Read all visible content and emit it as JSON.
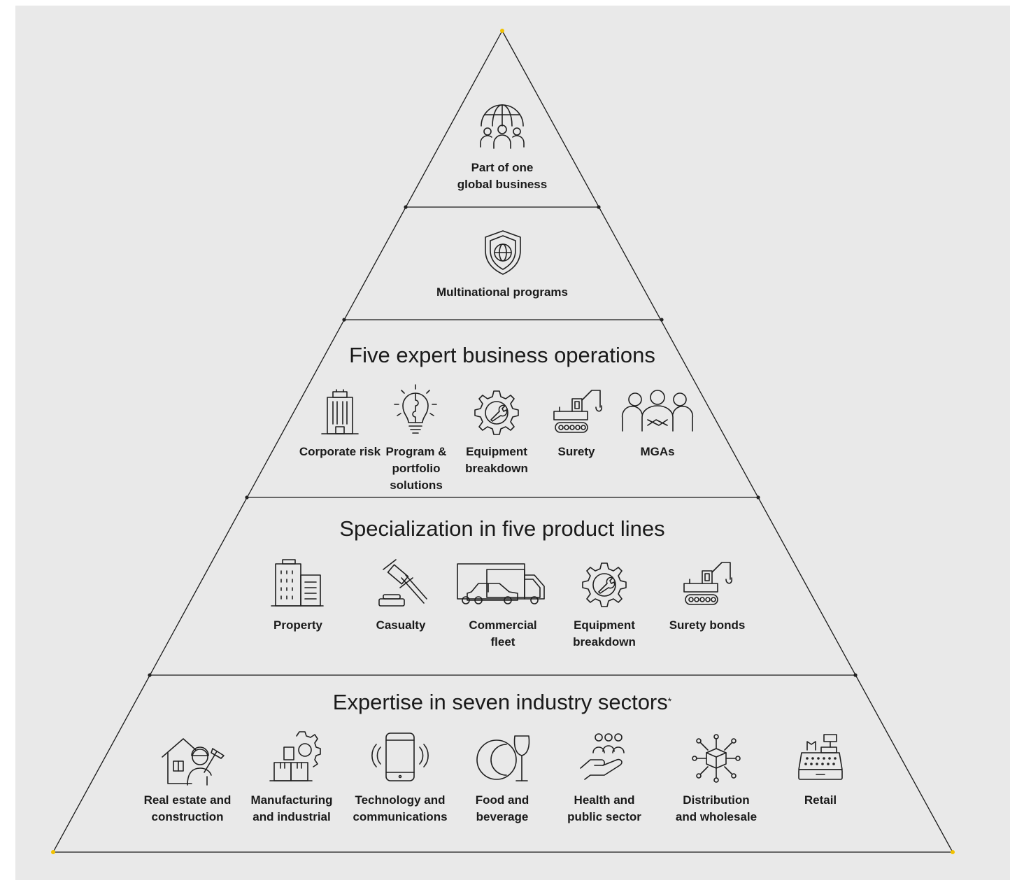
{
  "colors": {
    "background": "#e9e9e9",
    "line": "#1a1a1a",
    "apex_dot": "#f2c200",
    "text": "#1a1a1a"
  },
  "tiers": {
    "global": {
      "icon": "globe-people-icon",
      "label_line1": "Part of one",
      "label_line2": "global business"
    },
    "multinational": {
      "icon": "shield-globe-icon",
      "label": "Multinational programs"
    },
    "operations": {
      "heading": "Five expert business operations",
      "items": [
        {
          "icon": "office-tower-icon",
          "label": "Corporate risk"
        },
        {
          "icon": "lightbulb-puzzle-icon",
          "label_line1": "Program &",
          "label_line2": "portfolio",
          "label_line3": "solutions"
        },
        {
          "icon": "gear-wrench-icon",
          "label_line1": "Equipment",
          "label_line2": "breakdown"
        },
        {
          "icon": "excavator-icon",
          "label": "Surety"
        },
        {
          "icon": "people-group-icon",
          "label": "MGAs"
        }
      ]
    },
    "products": {
      "heading": "Specialization in five product lines",
      "items": [
        {
          "icon": "buildings-icon",
          "label": "Property"
        },
        {
          "icon": "gavel-icon",
          "label": "Casualty"
        },
        {
          "icon": "fleet-vehicles-icon",
          "label_line1": "Commercial",
          "label_line2": "fleet"
        },
        {
          "icon": "gear-wrench-icon",
          "label_line1": "Equipment",
          "label_line2": "breakdown"
        },
        {
          "icon": "excavator-icon",
          "label": "Surety bonds"
        }
      ]
    },
    "sectors": {
      "heading": "Expertise in seven industry sectors",
      "heading_mark": "*",
      "items": [
        {
          "icon": "house-builder-icon",
          "label_line1": "Real estate and",
          "label_line2": "construction"
        },
        {
          "icon": "factory-gear-icon",
          "label_line1": "Manufacturing",
          "label_line2": "and industrial"
        },
        {
          "icon": "smartphone-icon",
          "label_line1": "Technology and",
          "label_line2": "communications"
        },
        {
          "icon": "plate-glass-icon",
          "label_line1": "Food and",
          "label_line2": "beverage"
        },
        {
          "icon": "hand-people-icon",
          "label_line1": "Health and",
          "label_line2": "public sector"
        },
        {
          "icon": "network-box-icon",
          "label_line1": "Distribution",
          "label_line2": "and wholesale"
        },
        {
          "icon": "cash-register-icon",
          "label": "Retail"
        }
      ]
    }
  }
}
